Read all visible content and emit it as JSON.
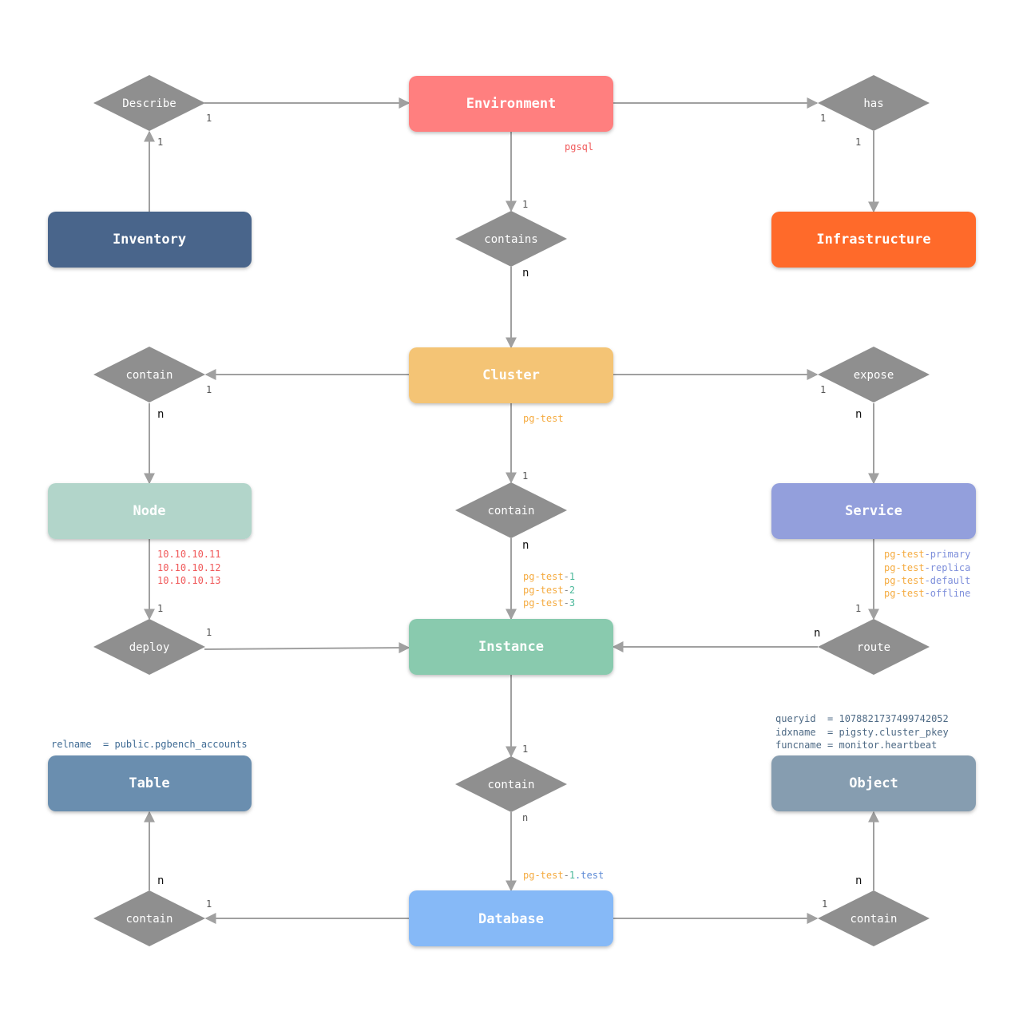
{
  "entities": {
    "environment": {
      "label": "Environment",
      "color": "#FF7F7F"
    },
    "inventory": {
      "label": "Inventory",
      "color": "#48658B"
    },
    "infrastructure": {
      "label": "Infrastructure",
      "color": "#FF6A2A"
    },
    "cluster": {
      "label": "Cluster",
      "color": "#F4C474"
    },
    "node": {
      "label": "Node",
      "color": "#B2D5CA"
    },
    "service": {
      "label": "Service",
      "color": "#939FDC"
    },
    "instance": {
      "label": "Instance",
      "color": "#89CAAE"
    },
    "table": {
      "label": "Table",
      "color": "#6A8EAF"
    },
    "object": {
      "label": "Object",
      "color": "#869DB0"
    },
    "database": {
      "label": "Database",
      "color": "#86B9F7"
    }
  },
  "relationships": {
    "describe": "Describe",
    "has": "has",
    "contains": "contains",
    "cluster_contain_node": "contain",
    "expose": "expose",
    "cluster_contain_instance": "contain",
    "deploy": "deploy",
    "route": "route",
    "instance_contain_database": "contain",
    "database_contain_table": "contain",
    "database_contain_object": "contain"
  },
  "cardinalities": {
    "describe_env": "1",
    "describe_inv": "1",
    "has_env": "1",
    "has_infra": "1",
    "contains_env": "1",
    "contains_cluster": "n",
    "contain_node_cluster": "1",
    "contain_node_node": "n",
    "expose_cluster": "1",
    "expose_service": "n",
    "contain_inst_cluster": "1",
    "contain_inst_instance": "n",
    "deploy_node": "1",
    "deploy_instance": "1",
    "route_service": "1",
    "route_instance": "n",
    "contain_db_instance": "1",
    "contain_db_database": "n",
    "contain_table_table": "n",
    "contain_table_database": "1",
    "contain_object_object": "n",
    "contain_object_database": "1"
  },
  "annotations": {
    "env_name": "pgsql",
    "cluster_name": "pg-test",
    "node_ips": [
      "10.10.10.11",
      "10.10.10.12",
      "10.10.10.13"
    ],
    "instances": [
      {
        "prefix": "pg-test",
        "sep": "-",
        "seq": "1"
      },
      {
        "prefix": "pg-test",
        "sep": "-",
        "seq": "2"
      },
      {
        "prefix": "pg-test",
        "sep": "-",
        "seq": "3"
      }
    ],
    "services": [
      {
        "prefix": "pg-test",
        "suffix": "-primary"
      },
      {
        "prefix": "pg-test",
        "suffix": "-replica"
      },
      {
        "prefix": "pg-test",
        "suffix": "-default"
      },
      {
        "prefix": "pg-test",
        "suffix": "-offline"
      }
    ],
    "database": {
      "prefix": "pg-test",
      "sep": "-",
      "seq": "1",
      "suffix": ".test"
    },
    "table": "relname  = public.pgbench_accounts",
    "object": [
      "queryid  = 1078821737499742052",
      "idxname  = pigsty.cluster_pkey",
      "funcname = monitor.heartbeat"
    ]
  },
  "colors": {
    "line": "#A0A0A0",
    "diamond": "#8F8F8F",
    "red_text": "#F0595A",
    "orange_text": "#F5AB40",
    "green_text": "#4BB89A",
    "blue_text": "#5E8BD6",
    "purple_text": "#7E8FDB",
    "table_text": "#3F6B94",
    "object_text": "#4E6A85"
  }
}
